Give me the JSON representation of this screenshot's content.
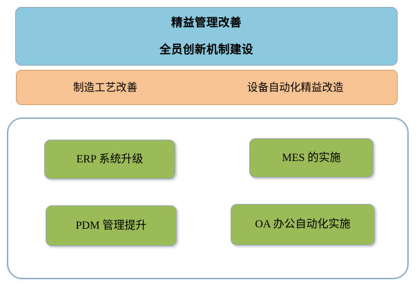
{
  "diagram": {
    "title_banner": {
      "name": "lean-management-banner",
      "color": "#8cc8de",
      "lines": [
        "精益管理改善",
        "全员创新机制建设"
      ]
    },
    "improvement_banner": {
      "name": "improvement-banner",
      "color": "#f8c494",
      "labels": [
        "制造工艺改善",
        "设备自动化精益改造"
      ]
    },
    "systems_container": {
      "name": "information-systems-container",
      "border_color": "#8faec6",
      "items": [
        {
          "label": "ERP 系统升级",
          "color": "#9bbb59"
        },
        {
          "label": "MES 的实施",
          "color": "#9bbb59"
        },
        {
          "label": "PDM 管理提升",
          "color": "#9bbb59"
        },
        {
          "label": "OA 办公自动化实施",
          "color": "#9bbb59"
        }
      ]
    }
  }
}
